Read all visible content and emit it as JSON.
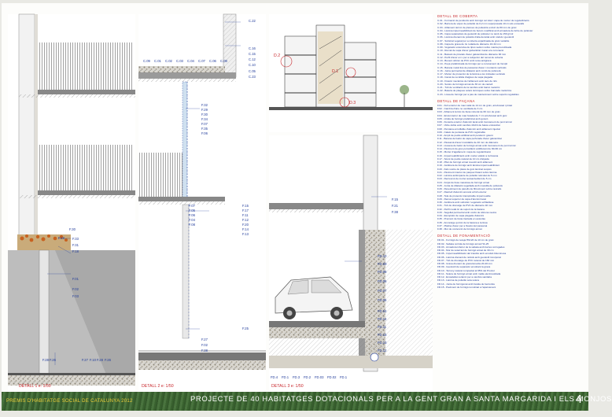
{
  "footer": {
    "award": "PREMIS D'HABITATGE SOCIAL DE CATALUNYA 2012",
    "project_title": "PROJECTE DE 40 HABITATGES DOTACIONALS PER A LA GENT GRAN A SANTA MARGARIDA I ELS MONJOS",
    "page_number": "4"
  },
  "details": {
    "d1": {
      "label": "DETALL 1   e: 1/50",
      "tags_left": [
        "F.30",
        "F.19",
        "F.33",
        "F.31",
        "F.18",
        "F.01",
        "F.02",
        "F.03"
      ],
      "tags_bottom": [
        "F.28",
        "F.26",
        "F.27",
        "F.10",
        "F.28",
        "F.26"
      ]
    },
    "d2": {
      "label": "DETALL 2   e: 1/50",
      "tags_top": [
        "C.22",
        "C.16",
        "C.15",
        "C.12",
        "C.10",
        "C.05",
        "C.23"
      ],
      "tags_row": [
        "C.09",
        "C.01",
        "C.02",
        "C.03",
        "C.04",
        "C.07",
        "C.06",
        "C.08"
      ],
      "tags_mid": [
        "F.32",
        "F.29",
        "F.30",
        "F.34",
        "F.07",
        "F.35",
        "F.06"
      ],
      "tags_lower": [
        "F.07",
        "F.05",
        "F.06",
        "F.15",
        "F.17",
        "F.04",
        "F.08",
        "F.11",
        "F.12",
        "F.20",
        "F.14",
        "F.13"
      ],
      "tags_bottom": [
        "F.25",
        "F.27",
        "F.02",
        "F.38"
      ]
    },
    "d3": {
      "label": "DETALL 3   e: 1/50",
      "tags_right": [
        "F.15",
        "F.21",
        "F.38"
      ],
      "tags_fd": [
        "FD.10",
        "FD.09",
        "FD.08",
        "FD.05",
        "FD.07",
        "FD.06",
        "FD.04",
        "FD.14",
        "FD.11",
        "FD.15",
        "FD.13",
        "FD.12"
      ],
      "tags_bottom": [
        "FD.4",
        "FD.1",
        "FD.3",
        "FD.2",
        "FD.03",
        "FD.02",
        "FD.1"
      ]
    },
    "section": {
      "tags": [
        "D.2",
        "D.1",
        "D.3"
      ]
    }
  },
  "spec": {
    "sections": [
      {
        "title": "DETALL DE COBERTA",
        "items": [
          "C.01 - Formació de pendents amb formigó cel·lular i capa de morter de regularització",
          "C.02 - Barrera de vapor de polietilè de 0,2 mm superposada 10 cm als encavalls",
          "C.03 - Aïllament tèrmic de planxes de poliestirè extruït de 80 mm de gruix",
          "C.04 - Làmina impermeabilitzant de betum modificat amb armadura de feltre de polièster",
          "C.05 - Capa separadora de geotèxtil de polièster no teixit de 150 g/m2",
          "C.06 - Làmina drenant de polietilè d'alta densitat amb nòduls i geotèxtil",
          "C.07 - Substrat vegetal per a coberta enjardinada de gruix variable",
          "C.08 - Capa de grava de riu rodada de diàmetre 16-32 mm",
          "C.09 - Vegetació extensiva de tipus sedum sobre manta precultivada",
          "C.10 - Remat de xapa d'acer galvanitzat i lacat a la coronació",
          "C.11 - Baixant de pluvials d'acer galvanitzat de diàmetre 90 mm",
          "C.12 - Perfil d'acer en L per a subjecció del remat de coberta",
          "C.13 - Buneró sifònic de PVC amb reixa antigrava",
          "C.14 - Peça prefabricada de formigó per a coronament de l'ampit",
          "C.15 - Barana metàl·lica de passamà d'acer i muntants verticals",
          "C.16 - Junta perimetral de dilatació amb cordó de poliuretà",
          "C.17 - Morter de protecció de la làmina a les trobades verticals",
          "C.18 - Canal de recollida d'aigües de xapa plegada",
          "C.19 - Fixació mecànica de l'aïllament amb tacs de niló",
          "C.20 - Sostre de formigó armat de 30 cm de cantell",
          "C.21 - Tub de ventilació de la cambra amb barret metàl·lic",
          "C.22 - Bateria de plaques solars tèrmiques sobre bancada metàl·lica",
          "C.23 - Llosa de formigó per a pas de manteniment sobre suports regulables"
        ]
      },
      {
        "title": "DETALL DE FAÇANA",
        "items": [
          "F.01 - Full exterior de maó calat de 14 cm de gruix, arrebossat i pintat",
          "F.02 - Cambra d'aire no ventilada de 3 cm",
          "F.03 - Aïllament tèrmic de llana mineral de 60 mm de gruix",
          "F.04 - Envà interior de maó foradat de 7 cm arrebossat amb guix",
          "F.05 - Llinda de formigó prefabricat amb goteró",
          "F.06 - Fusteria exterior d'alumini lacat amb trencament de pont tèrmic",
          "F.07 - Vidre doble amb cambra 4/12/4 de baixa emissivitat",
          "F.08 - Persiana enrotllable d'alumini amb aïllament injectat",
          "F.09 - Calaix de persiana de PVC registrable",
          "F.10 - Ampit de pedra artificial amb pendent i goteró",
          "F.11 - Barana de balcó de xapa perforada d'acer galvanitzat",
          "F.12 - Passamà d'acer inoxidable de 40 mm de diàmetre",
          "F.13 - Llosana de balcó de formigó armat amb trencament de pont tèrmic",
          "F.14 - Paviment de gres porcellànic antilliscant de 30x30 cm",
          "F.15 - Morter d'agafament i capa de regularització",
          "F.16 - Impermeabilització amb morter elàstic a la llosana",
          "F.17 - Sòcol de pedra natural de 10 cm d'alçada",
          "F.18 - Pilar de formigó armat revestit amb aïllament",
          "F.19 - Jardinera de formigó amb làmina impermeabilitzant",
          "F.20 - Fals sostre de placa de guix laminat suspès",
          "F.21 - Paviment interior de parquet flotant sobre làmina",
          "F.22 - Làmina antiimpacte de polietilè reticulat de 5 mm",
          "F.23 - Recrescut de morter autoanivellant de 5 cm",
          "F.24 - Forjat de llosa massissa de formigó armat",
          "F.25 - Junta de dilatació segellada amb massilla de poliuretà",
          "F.26 - Revestiment de panells de fibrociment sobre rastrells",
          "F.27 - Rastrell d'alumini ancorat al full exterior",
          "F.28 - Tela de protecció transpirable impermeable",
          "F.29 - Remat superior de xapa d'alumini lacat",
          "F.30 - Jardinera amb substrat i vegetació enfiladissa",
          "F.31 - Tub de drenatge de PVC de diàmetre 40 mm",
          "F.32 - Perfil metàl·lic de suport de la barana",
          "F.33 - Segellat perimetral amb cordó de silicona neutra",
          "F.34 - Escopidor de xapa plegada d'alumini",
          "F.35 - Premarc de fusta tractada en autoclau",
          "F.36 - Ancoratge químic de la barana a la llosa",
          "F.37 - Platina d'acer per a fixació del passamà",
          "F.38 - Mur de contenció de formigó armat"
        ]
      },
      {
        "title": "DETALL DE FONAMENTACIÓ",
        "items": [
          "FD.01 - Formigó de neteja HM-20 de 10 cm de gruix",
          "FD.02 - Sabata corrida de formigó armat HA-25",
          "FD.03 - Armadura inferior de la sabata amb barres corrugades",
          "FD.04 - Mur de soterrani de formigó armat de 30 cm",
          "FD.05 - Impermeabilització del trasdós amb emulsió bituminosa",
          "FD.06 - Làmina drenant de nòduls amb geotèxtil incorporat",
          "FD.07 - Tub de drenatge de PVC ranurat de 160 mm",
          "FD.08 - Grava drenant de granulometria 20-40 mm",
          "FD.09 - Geotèxtil de separació envoltant la grava",
          "FD.10 - Terreny natural compactat al 95% del Proctor",
          "FD.11 - Solera de formigó armat amb malla electrosoldada",
          "FD.12 - Encadellat ceràmic per a cambra sanitària",
          "FD.13 - Làmina de polietilè sota solera",
          "FD.14 - Junta de formigonat amb banda de bentonita",
          "FD.15 - Paviment de formigó remolinat a l'aparcament"
        ]
      }
    ]
  }
}
